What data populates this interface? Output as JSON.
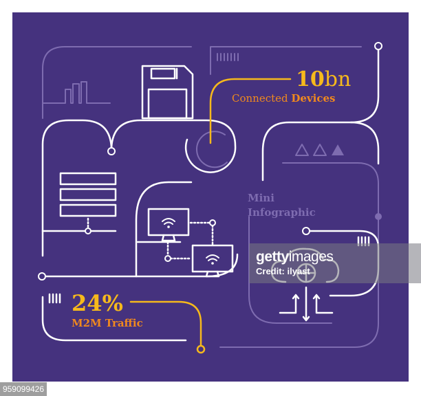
{
  "colors": {
    "background": "#45327e",
    "line_white": "#ffffff",
    "line_faded": "#7e6cb0",
    "accent_yellow": "#f6b91c",
    "accent_orange": "#f0891e"
  },
  "stats": [
    {
      "value_bold": "10",
      "value_light": "bn",
      "label_part1": "Connected ",
      "label_part2": "Devices"
    },
    {
      "value": "24%",
      "label": "M2M Traffic"
    }
  ],
  "heading": {
    "line1": "Mini",
    "line2": "Infographic"
  },
  "icons": [
    "floppy-disk-icon",
    "server-rack-icon",
    "monitor-wifi-icon",
    "monitor-wifi-icon",
    "cloud-globe-icon",
    "bar-chart-icon",
    "triangles-icon",
    "circle-gauge-icon"
  ],
  "watermark": {
    "brand_bold": "getty",
    "brand_light": "images",
    "credit": "Credit: ilyast"
  },
  "image_id": "959099426"
}
